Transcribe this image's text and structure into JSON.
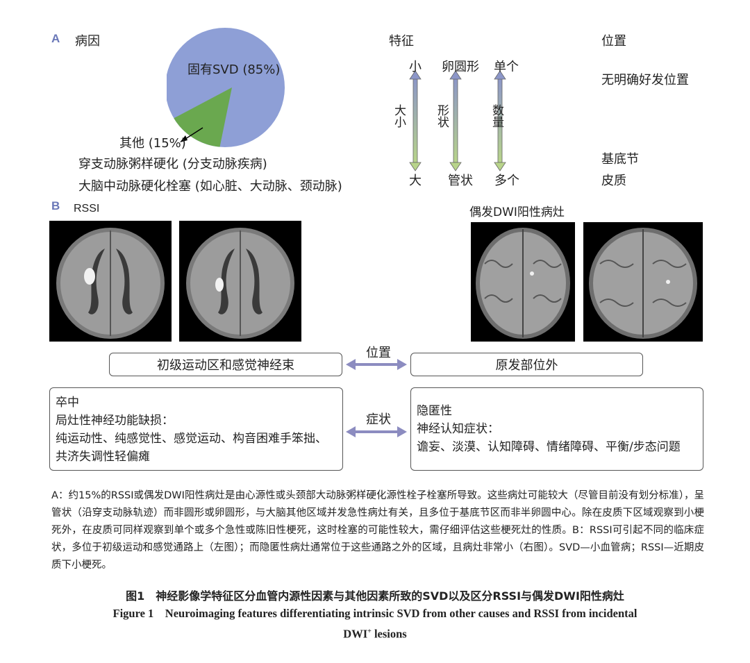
{
  "panel_a": {
    "letter": "A",
    "title": "病因",
    "pie": {
      "label_main": "固有SVD (85%)",
      "label_other": "其他 (15%)",
      "main_color": "#8e9fd6",
      "other_color": "#6aa84f",
      "chart_data": {
        "type": "pie",
        "slices": [
          {
            "label": "固有SVD",
            "value": 85
          },
          {
            "label": "其他",
            "value": 15
          }
        ]
      }
    },
    "other_causes": [
      "穿支动脉粥样硬化 (分支动脉疾病)",
      "大脑中动脉硬化栓塞 (如心脏、大动脉、颈动脉)"
    ],
    "features_title": "特征",
    "position_title": "位置",
    "scales": [
      {
        "top": "小",
        "axis": "大小",
        "bottom": "大"
      },
      {
        "top": "卵圆形",
        "axis": "形状",
        "bottom": "管状"
      },
      {
        "top": "单个",
        "axis": "数量",
        "bottom": "多个"
      }
    ],
    "positions": {
      "top": "无明确好发位置",
      "bottom1": "基底节",
      "bottom2": "皮质"
    }
  },
  "panel_b": {
    "letter": "B",
    "left_title": "RSSI",
    "right_title": "偶发DWI阳性病灶",
    "location_label": "位置",
    "symptom_label": "症状",
    "left_location": "初级运动区和感觉神经束",
    "right_location": "原发部位外",
    "left_symptoms": [
      "卒中",
      "局灶性神经功能缺损：",
      "纯运动性、纯感觉性、感觉运动、构音困难手笨拙、",
      "共济失调性轻偏瘫"
    ],
    "right_symptoms": [
      "隐匿性",
      "神经认知症状：",
      "谵妄、淡漠、认知障碍、情绪障碍、平衡/步态问题"
    ],
    "arrow_color": "#8c8cc0"
  },
  "caption": "A：约15%的RSSI或偶发DWI阳性病灶是由心源性或头颈部大动脉粥样硬化源性栓子栓塞所导致。这些病灶可能较大（尽管目前没有划分标准），呈管状（沿穿支动脉轨迹）而非圆形或卵圆形，与大脑其他区域并发急性病灶有关，且多位于基底节区而非半卵圆中心。除在皮质下区域观察到小梗死外，在皮质可同样观察到单个或多个急性或陈旧性梗死，这时栓塞的可能性较大，需仔细评估这些梗死灶的性质。B：RSSI可引起不同的临床症状，多位于初级运动和感觉通路上（左图）；而隐匿性病灶通常位于这些通路之外的区域，且病灶非常小（右图）。SVD—小血管病；RSSI—近期皮质下小梗死。",
  "figure_title_zh": "图1　神经影像学特征区分血管内源性因素与其他因素所致的SVD以及区分RSSI与偶发DWI阳性病灶",
  "figure_title_en": "Figure 1　Neuroimaging features differentiating intrinsic SVD from other causes and RSSI from incidental",
  "figure_title_en_2": "DWI",
  "figure_title_en_sup": "+",
  "figure_title_en_3": " lesions"
}
